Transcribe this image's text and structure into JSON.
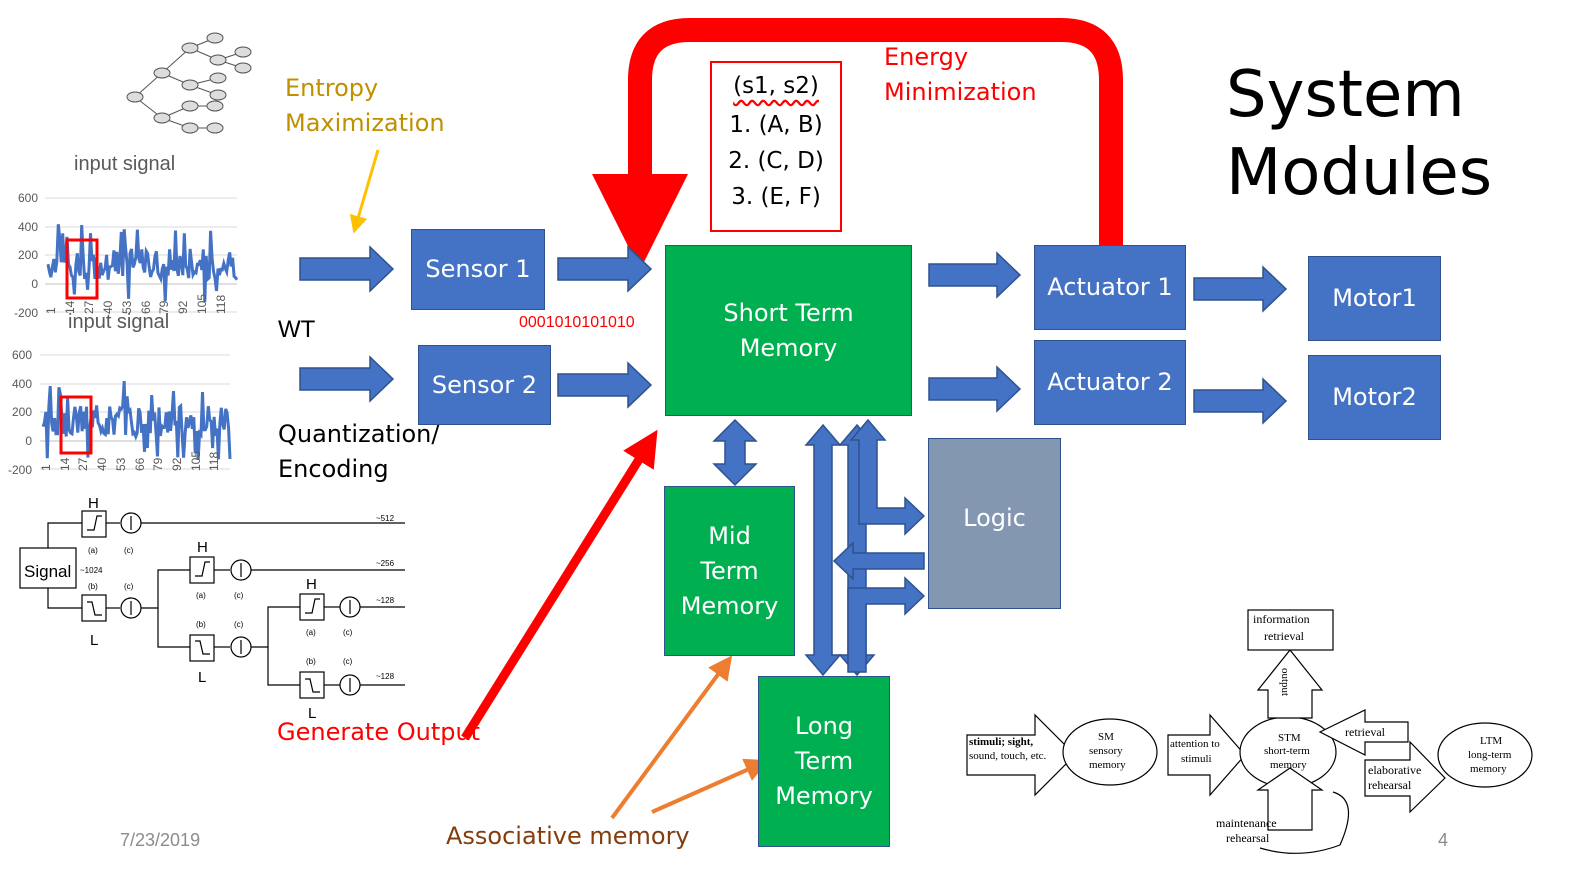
{
  "title": {
    "line1": "System",
    "line2": "Modules"
  },
  "labels": {
    "entropy_1": "Entropy",
    "entropy_2": "Maximization",
    "energy_1": "Energy",
    "energy_2": "Minimization",
    "input_signal_1": "input signal",
    "input_signal_2": "input signal",
    "wt": "WT",
    "quant_1": "Quantization/",
    "quant_2": "Encoding",
    "binary": "0001010101010",
    "generate_output": "Generate Output",
    "associative": "Associative memory",
    "date": "7/23/2019",
    "page": "4"
  },
  "pairs_box": {
    "header": "(s1, s2)",
    "row1": "1. (A,  B)",
    "row2": "2. (C,  D)",
    "row3": "3. (E,  F)"
  },
  "blocks": {
    "sensor1": "Sensor 1",
    "sensor2": "Sensor 2",
    "stm_1": "Short Term",
    "stm_2": "Memory",
    "actuator1": "Actuator 1",
    "actuator2": "Actuator 2",
    "motor1": "Motor1",
    "motor2": "Motor2",
    "logic": "Logic",
    "mtm_1": "Mid",
    "mtm_2": "Term",
    "mtm_3": "Memory",
    "ltm_1": "Long",
    "ltm_2": "Term",
    "ltm_3": "Memory"
  },
  "chart_data": [
    {
      "type": "line",
      "yticks": [
        "600",
        "400",
        "200",
        "0",
        "-200"
      ],
      "xticks": [
        "1",
        "14",
        "27",
        "40",
        "53",
        "66",
        "79",
        "92",
        "105",
        "118"
      ],
      "ylim": [
        -200,
        600
      ],
      "n_points": 130
    },
    {
      "type": "line",
      "yticks": [
        "600",
        "400",
        "200",
        "0",
        "-200"
      ],
      "xticks": [
        "1",
        "14",
        "27",
        "40",
        "53",
        "66",
        "79",
        "92",
        "105",
        "118"
      ],
      "ylim": [
        -200,
        600
      ],
      "n_points": 130
    }
  ],
  "filterbank": {
    "signal": "Signal",
    "h": "H",
    "l": "L",
    "a": "(a)",
    "b": "(b)",
    "c": "(c)",
    "v1024": "~1024",
    "v512": "~512",
    "v256": "~256",
    "v128a": "~128",
    "v128b": "~128"
  },
  "memory_model": {
    "stimuli": "stimuli; sight,",
    "stimuli2": "sound, touch, etc.",
    "sm": "SM",
    "sm2": "sensory",
    "sm3": "memory",
    "attention": "attention to",
    "attention2": "stimuli",
    "stm": "STM",
    "stm2": "short-term",
    "stm3": "memory",
    "info": "information",
    "info2": "retrieval",
    "output": "output",
    "retrieval": "retrieval",
    "elab": "elaborative",
    "elab2": "rehearsal",
    "ltm": "LTM",
    "ltm2": "long-term",
    "ltm3": "memory",
    "maint": "maintenance",
    "maint2": "rehearsal"
  },
  "colors": {
    "block_blue": "#4472c4",
    "block_green": "#00b050",
    "logic_grey": "#8497b0",
    "red_arrow": "#ff0000",
    "orange_arrow": "#ed7d31",
    "entropy_text": "#bf9000",
    "assoc_text": "#843c0c"
  }
}
